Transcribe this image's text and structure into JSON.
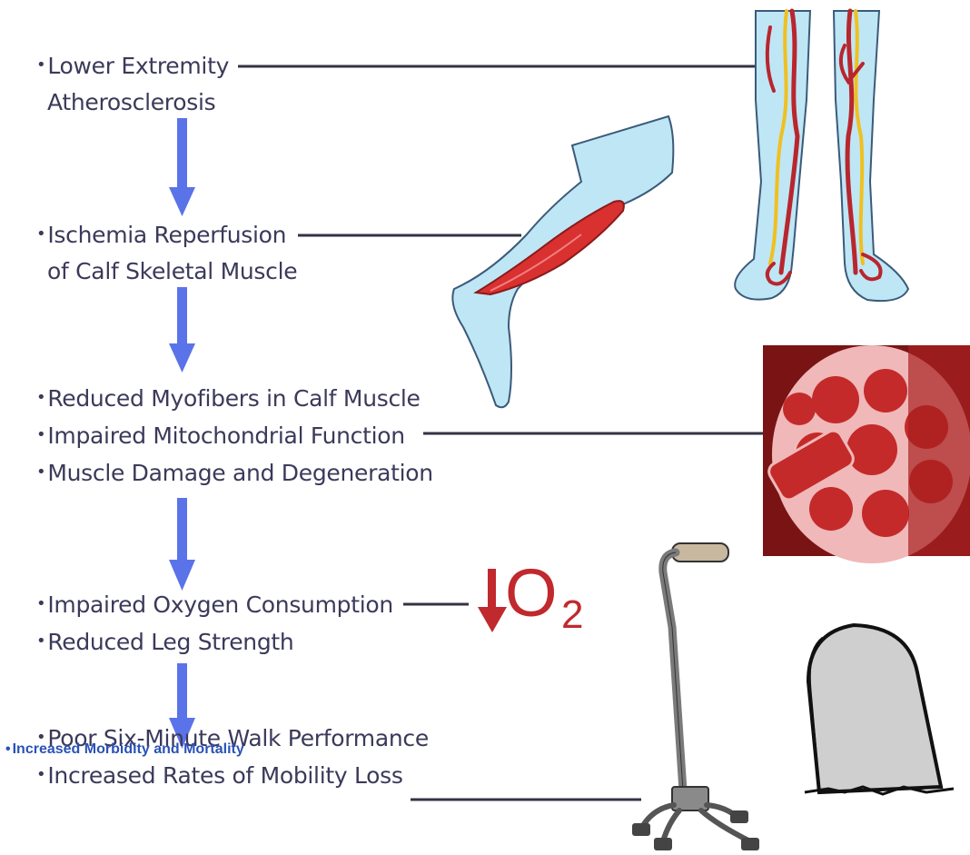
{
  "steps": [
    {
      "lines": [
        "Lower Extremity",
        "Atherosclerosis"
      ]
    },
    {
      "lines": [
        "Ischemia Reperfusion",
        "of Calf Skeletal Muscle"
      ]
    },
    {
      "lines": [
        "Reduced Myofibers in Calf Muscle",
        "Impaired Mitochondrial Function",
        "Muscle Damage and Degeneration"
      ]
    },
    {
      "lines": [
        "Impaired Oxygen Consumption",
        "Reduced Leg Strength"
      ]
    },
    {
      "lines": [
        "Poor Six-Minute Walk Performance",
        "Increased Rates of Mobility Loss"
      ]
    }
  ],
  "final_item": "Increased Morbidity and Mortality",
  "o2_symbol": {
    "main": "O",
    "subscript": "2"
  },
  "colors": {
    "text": "#3b3a5a",
    "arrow": "#5b73e8",
    "connector": "#333344",
    "o2": "#c0292d",
    "final": "#2a52b8"
  },
  "icons": [
    "leg-arteries-icon",
    "calf-muscle-icon",
    "muscle-fiber-icon",
    "down-arrow-icon",
    "walking-cane-icon",
    "tombstone-icon"
  ]
}
